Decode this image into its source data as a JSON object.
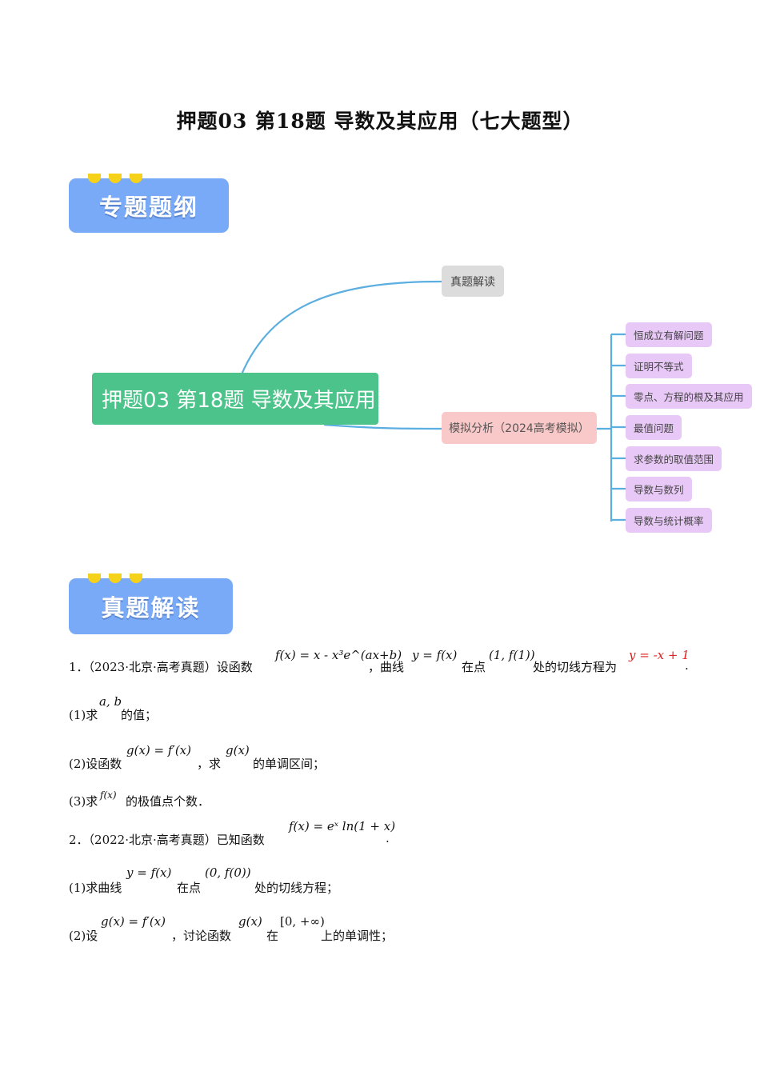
{
  "title": "押题03  第18题  导数及其应用（七大题型）",
  "banners": {
    "outline": "专题题纲",
    "reading": "真题解读"
  },
  "mindmap": {
    "root": "押题03 第18题 导数及其应用",
    "branch_real": "真题解读",
    "branch_sim": "模拟分析（2024高考模拟）",
    "leaves": [
      "恒成立有解问题",
      "证明不等式",
      "零点、方程的根及其应用",
      "最值问题",
      "求参数的取值范围",
      "导数与数列",
      "导数与统计概率"
    ],
    "colors": {
      "root": "#4cc38a",
      "line": "#5aaee0",
      "gray": "#dcdcdc",
      "pink": "#f9c8c8",
      "leaf": "#e8c8f6"
    }
  },
  "problems": {
    "p1": {
      "intro": "1．（2023·北京·高考真题）设函数",
      "f": "f(x) = x - x³e^(ax+b)",
      "mid1": "，曲线",
      "curve": "y = f(x)",
      "mid2": "在点",
      "point": "(1, f(1))",
      "mid3": "处的切线方程为",
      "tangent": "y = -x + 1",
      "end": ".",
      "q1_pre": "(1)求",
      "q1_math": "a, b",
      "q1_post": "的值；",
      "q2_pre": "(2)设函数",
      "q2_math": "g(x) = f′(x)",
      "q2_mid": "，求",
      "q2_math2": "g(x)",
      "q2_post": "的单调区间；",
      "q3_pre": "(3)求",
      "q3_math": "f(x)",
      "q3_post": "的极值点个数．"
    },
    "p2": {
      "intro": "2．（2022·北京·高考真题）已知函数",
      "f": "f(x) = eˣ ln(1 + x)",
      "end": ".",
      "q1_pre": "(1)求曲线",
      "q1_math": "y = f(x)",
      "q1_mid": "在点",
      "q1_math2": "(0, f(0))",
      "q1_post": "处的切线方程；",
      "q2_pre": "(2)设",
      "q2_math": "g(x) = f′(x)",
      "q2_mid": "，讨论函数",
      "q2_math2": "g(x)",
      "q2_mid2": "在",
      "q2_math3": "[0, +∞)",
      "q2_post": "上的单调性；"
    }
  }
}
